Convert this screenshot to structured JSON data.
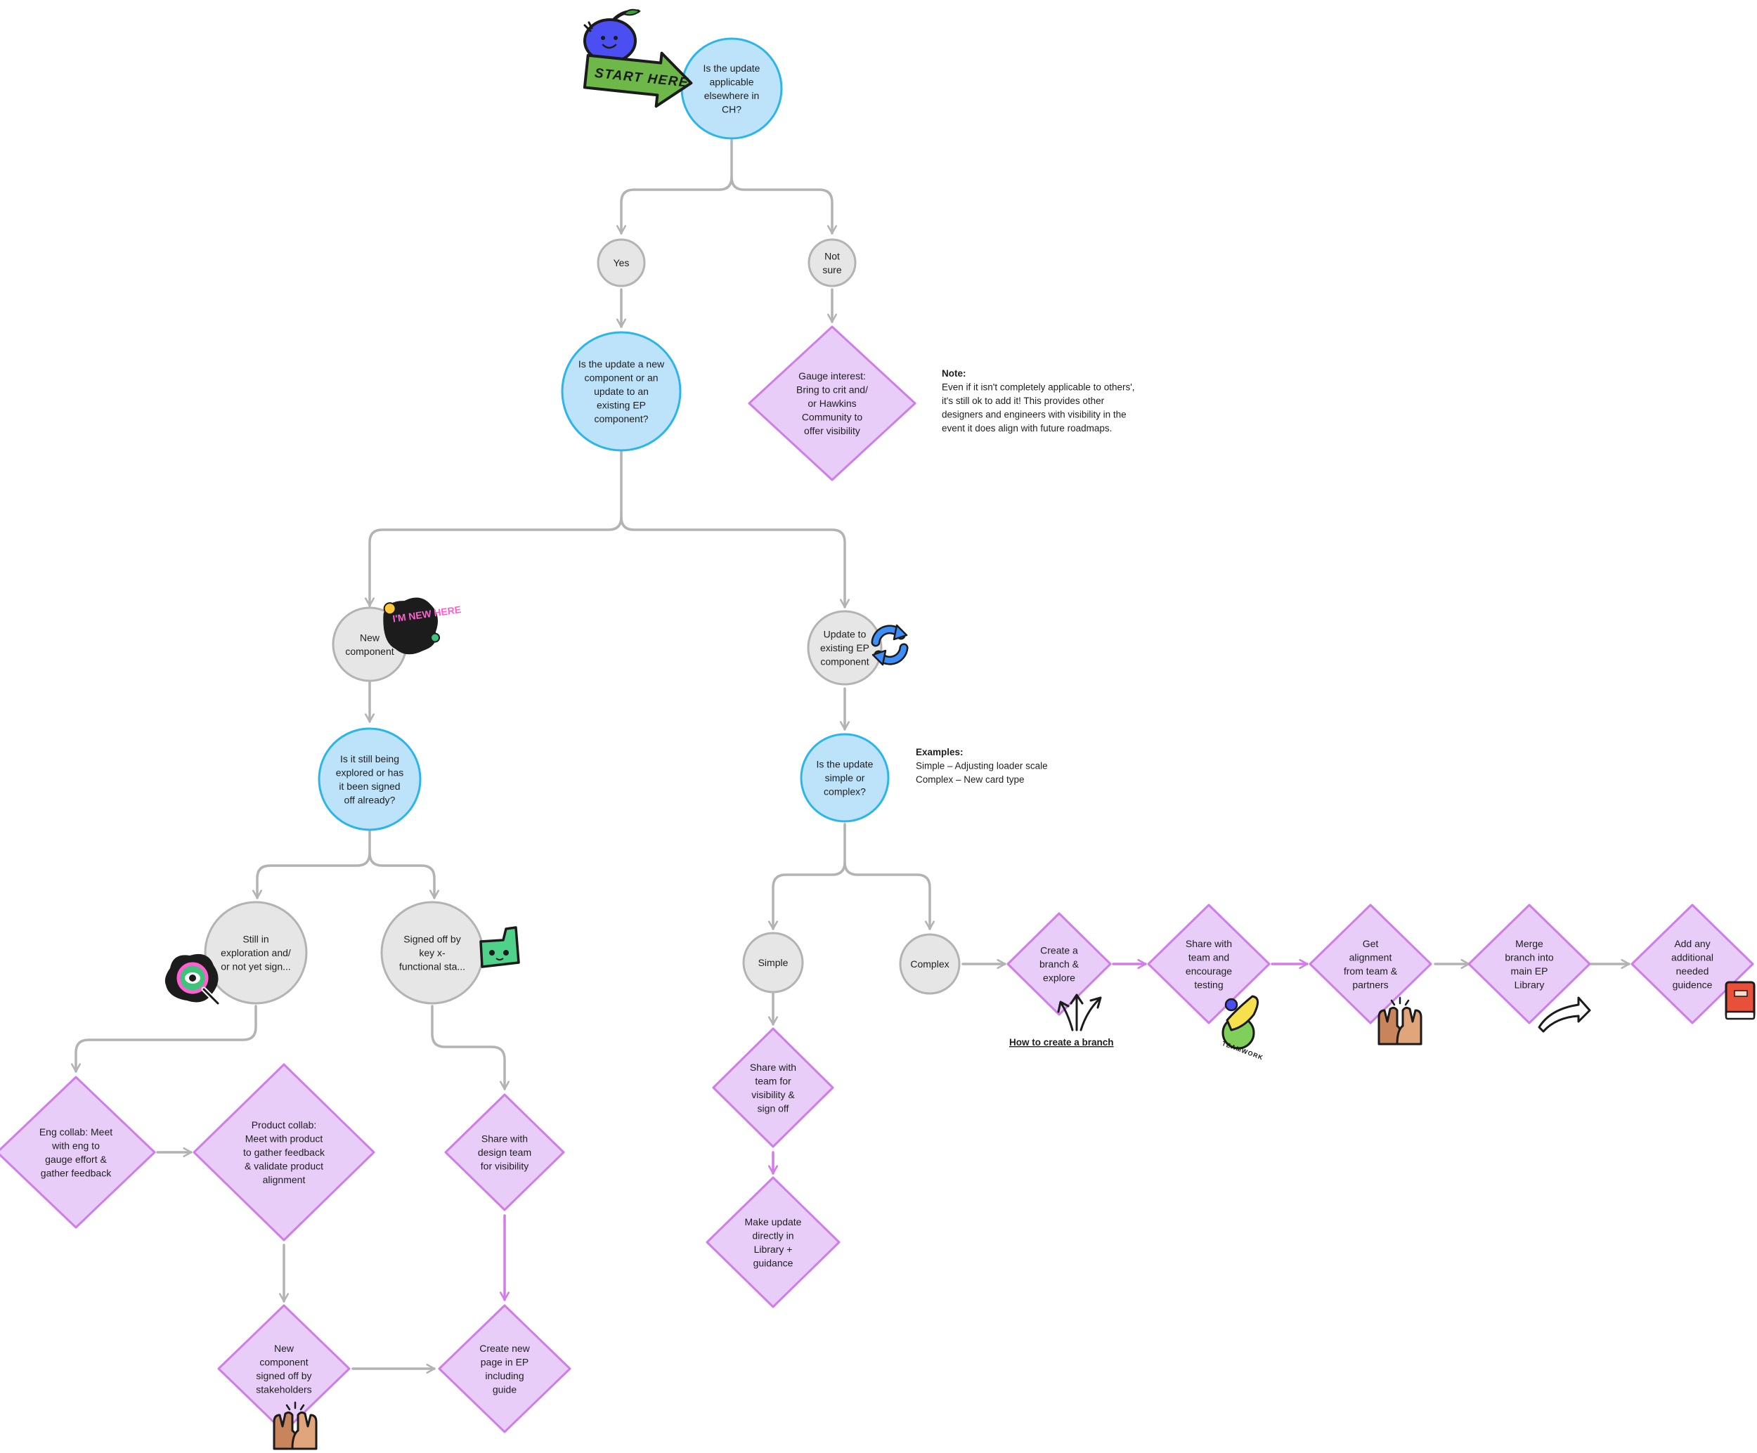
{
  "colors": {
    "question_fill": "#bde3fa",
    "question_stroke": "#2cb5ea",
    "option_fill": "#e6e6e6",
    "option_stroke": "#b3b3b3",
    "step_fill": "#e8cdf8",
    "step_stroke": "#cf7de8",
    "connector_gray": "#b3b3b3",
    "connector_purple": "#d47bea"
  },
  "start_sticker": {
    "label": "START HERE"
  },
  "nodes": {
    "q_applicable": {
      "lines": [
        "Is the update",
        "applicable",
        "elsewhere in",
        "CH?"
      ]
    },
    "opt_yes": {
      "lines": [
        "Yes"
      ]
    },
    "opt_not_sure": {
      "lines": [
        "Not",
        "sure"
      ]
    },
    "q_new_or_update": {
      "lines": [
        "Is the update a new",
        "component or an",
        "update to an",
        "existing EP",
        "component?"
      ]
    },
    "step_gauge_interest": {
      "lines": [
        "Gauge interest:",
        "Bring to crit and/",
        "or Hawkins",
        "Community to",
        "offer visibility"
      ]
    },
    "opt_new_component": {
      "lines": [
        "New",
        "component"
      ]
    },
    "opt_update_existing": {
      "lines": [
        "Update to",
        "existing EP",
        "component"
      ]
    },
    "q_explored_or_signed": {
      "lines": [
        "Is it still being",
        "explored or has",
        "it been signed",
        "off already?"
      ]
    },
    "q_simple_or_complex": {
      "lines": [
        "Is the update",
        "simple or",
        "complex?"
      ]
    },
    "opt_still_exploring": {
      "lines": [
        "Still in",
        "exploration and/",
        "or not yet sign..."
      ]
    },
    "opt_signed_off": {
      "lines": [
        "Signed off by",
        "key  x-",
        "functional sta..."
      ]
    },
    "opt_simple": {
      "lines": [
        "Simple"
      ]
    },
    "opt_complex": {
      "lines": [
        "Complex"
      ]
    },
    "step_eng_collab": {
      "lines": [
        "Eng collab: Meet",
        "with eng to",
        "gauge effort &",
        "gather feedback"
      ]
    },
    "step_product_collab": {
      "lines": [
        "Product collab:",
        "Meet with product",
        "to gather feedback",
        "& validate product",
        "alignment"
      ]
    },
    "step_share_design_team": {
      "lines": [
        "Share with",
        "design team",
        "for visibility"
      ]
    },
    "step_new_component_signed": {
      "lines": [
        "New",
        "component",
        "signed off by",
        "stakeholders"
      ]
    },
    "step_create_new_page": {
      "lines": [
        "Create new",
        "page in EP",
        "including",
        "guide"
      ]
    },
    "step_share_team_signoff": {
      "lines": [
        "Share with",
        "team for",
        "visibility &",
        "sign off"
      ]
    },
    "step_make_update": {
      "lines": [
        "Make update",
        "directly in",
        "Library +",
        "guidance"
      ]
    },
    "step_create_branch": {
      "lines": [
        "Create a",
        "branch &",
        "explore"
      ]
    },
    "step_share_encourage": {
      "lines": [
        "Share with",
        "team and",
        "encourage",
        "testing"
      ]
    },
    "step_get_alignment": {
      "lines": [
        "Get",
        "alignment",
        "from team &",
        "partners"
      ]
    },
    "step_merge_branch": {
      "lines": [
        "Merge",
        "branch into",
        "main EP",
        "Library"
      ]
    },
    "step_add_guidence": {
      "lines": [
        "Add any",
        "additional",
        "needed",
        "guidence"
      ]
    }
  },
  "notes": {
    "note_visibility": {
      "heading": "Note:",
      "lines": [
        "Even if it isn't completely applicable to others',",
        "it's still ok to add it! This provides other",
        "designers and engineers with visibility in the",
        "event it does align with future roadmaps."
      ]
    },
    "note_examples": {
      "heading": "Examples:",
      "lines": [
        "Simple – Adjusting loader scale",
        "Complex – New card type"
      ]
    }
  },
  "link": {
    "how_to_branch": "How to create a branch"
  },
  "stickers": {
    "im_new_here": "I'M NEW HERE",
    "teamwork": "TEAMWORK",
    "icons": [
      "cherry-mascot-icon",
      "refresh-icon",
      "magnifier-eye-icon",
      "green-block-mascot-icon",
      "high-five-icon",
      "arrows-up-icon",
      "banana-icon",
      "curved-arrow-icon",
      "book-icon"
    ]
  }
}
